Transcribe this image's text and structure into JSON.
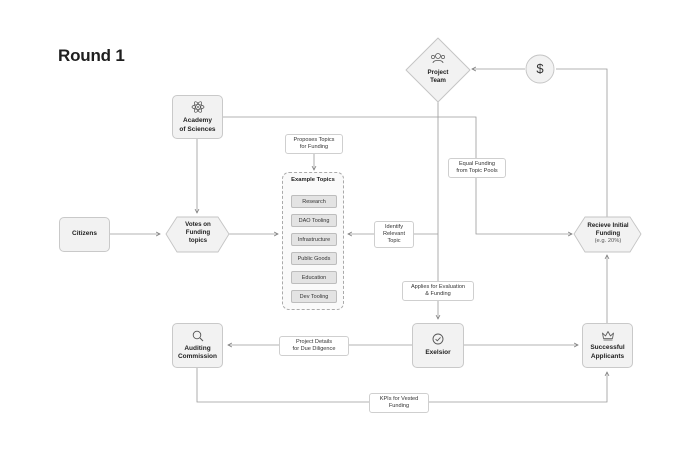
{
  "title": "Round 1",
  "nodes": {
    "project_team": "Project\nTeam",
    "academy": "Academy\nof Sciences",
    "citizens": "Citizens",
    "votes": "Votes on\nFunding\ntopics",
    "receive_funding": "Recieve Initial\nFunding",
    "receive_funding_sub": "(e.g. 20%)",
    "auditing": "Auditing\nCommission",
    "exelsior": "Exelsior",
    "successful": "Successful\nApplicants"
  },
  "example_topics": {
    "title": "Example Topics",
    "items": [
      "Research",
      "DAO Tooling",
      "Infrastructure",
      "Public Goods",
      "Education",
      "Dev Tooling"
    ]
  },
  "edge_labels": {
    "proposes": "Proposes Topics\nfor Funding",
    "equal_funding": "Equal Funding\nfrom Topic Pools",
    "identify": "Identify\nRelevant\nTopic",
    "applies": "Applies for Evaluation\n& Funding",
    "project_details": "Project Details\nfor Due Diligence",
    "kpis": "KPIs for Vested\nFunding"
  },
  "icons": {
    "project_team": "team-icon",
    "academy": "atom-icon",
    "citizens": "people-icon",
    "dollar": "dollar-icon",
    "auditing": "magnifier-icon",
    "exelsior": "check-circle-icon",
    "successful": "crown-icon"
  },
  "dollar_symbol": "$"
}
